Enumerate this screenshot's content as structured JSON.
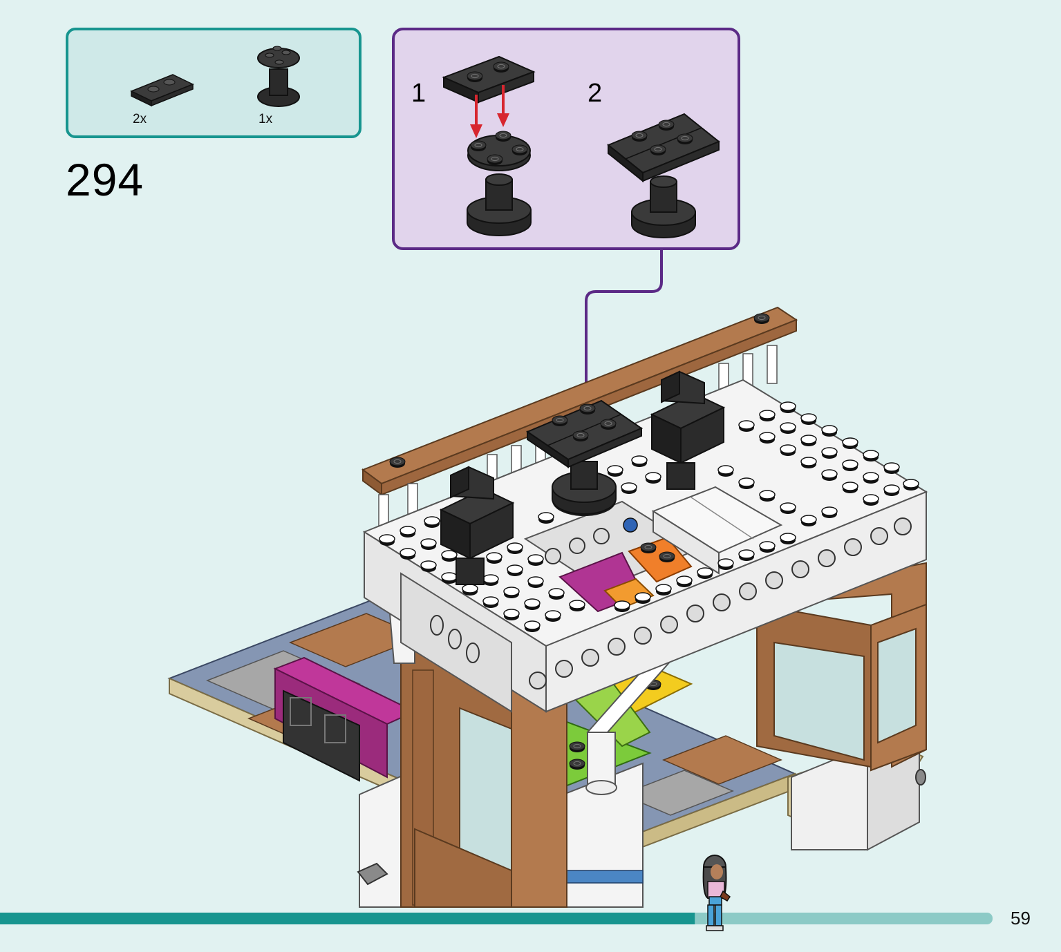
{
  "step": {
    "number": "294"
  },
  "parts_list": [
    {
      "quantity": "2x",
      "part": "black 1x2 plate with studs"
    },
    {
      "quantity": "1x",
      "part": "black round table stand"
    }
  ],
  "substeps": [
    {
      "label": "1"
    },
    {
      "label": "2"
    }
  ],
  "page": {
    "number": "59"
  },
  "progress": {
    "fraction": 0.7
  },
  "colors": {
    "teal_frame": "#17958f",
    "purple_frame": "#5b2a86",
    "brick_black": "#2a2a2a",
    "brick_brown": "#b37a4e",
    "brick_white": "#f4f4f4",
    "brick_blue_grey": "#8596b3",
    "arrow_red": "#d7262f"
  }
}
